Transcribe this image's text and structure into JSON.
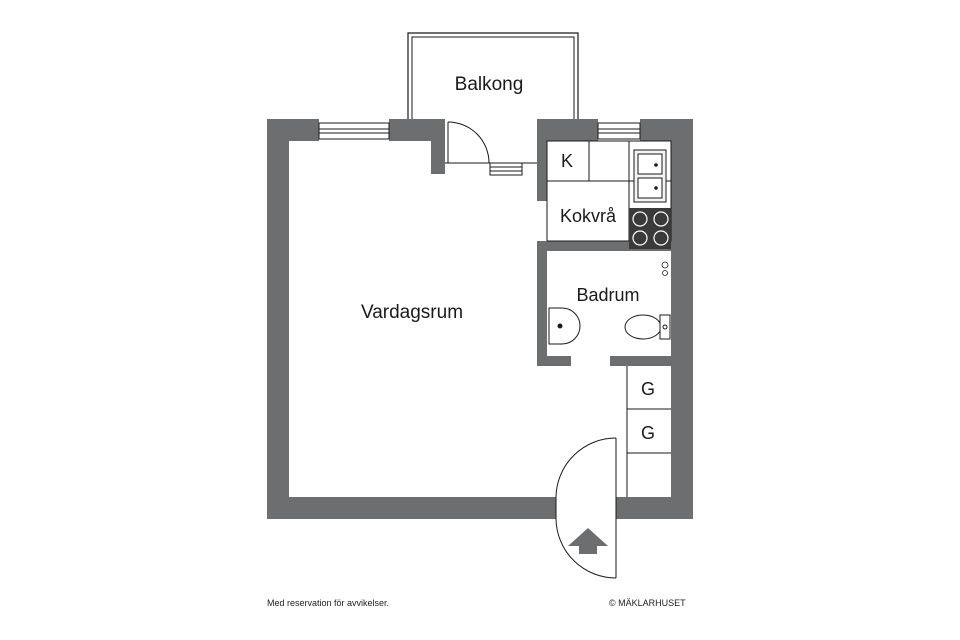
{
  "rooms": {
    "balcony": "Balkong",
    "living_room": "Vardagsrum",
    "kitchen_nook": "Kokvrå",
    "bathroom": "Badrum",
    "fridge": "K",
    "closet_1": "G",
    "closet_2": "G"
  },
  "footer": {
    "disclaimer": "Med reservation för avvikelser.",
    "copyright": "© MÄKLARHUSET"
  },
  "colors": {
    "wall": "#6d6e70",
    "line": "#1a1a1a",
    "fixture_fill": "#f4f4f4",
    "stove": "#3a3a3a"
  }
}
